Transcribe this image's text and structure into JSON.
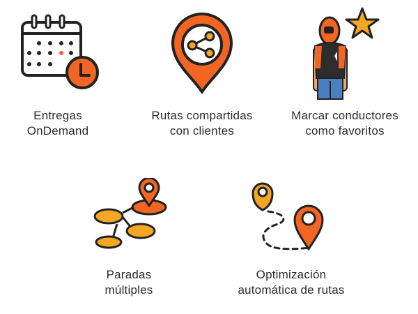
{
  "colors": {
    "orange": "#F26522",
    "amber": "#F5A623",
    "dark": "#222222",
    "star": "#F5A623",
    "jeans": "#4A7FC1",
    "skin": "#F0A86A"
  },
  "features": [
    {
      "icon": "calendar-clock-icon",
      "line1": "Entregas",
      "line2": "OnDemand"
    },
    {
      "icon": "share-pin-icon",
      "line1": "Rutas compartidas",
      "line2": "con clientes"
    },
    {
      "icon": "favorite-driver-icon",
      "line1": "Marcar conductores",
      "line2": "como favoritos"
    },
    {
      "icon": "multi-stop-icon",
      "line1": "Paradas",
      "line2": "múltiples"
    },
    {
      "icon": "route-optimization-icon",
      "line1": "Optimización",
      "line2": "automática de rutas"
    }
  ]
}
